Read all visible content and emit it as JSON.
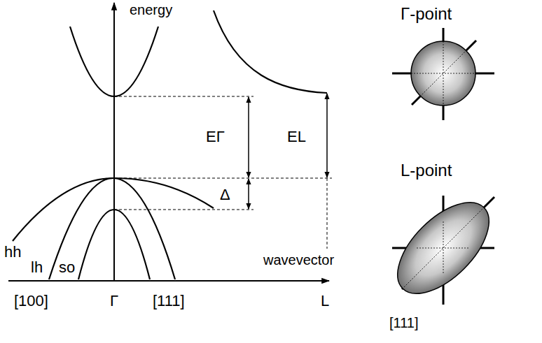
{
  "diagram": {
    "labels": [
      "energy",
      "EΓ",
      "EL",
      "Δ",
      "hh",
      "lh",
      "so",
      "wavevector",
      "[100]",
      "Γ",
      "[111]",
      "L",
      "Γ-point",
      "L-point",
      "[111]"
    ]
  }
}
